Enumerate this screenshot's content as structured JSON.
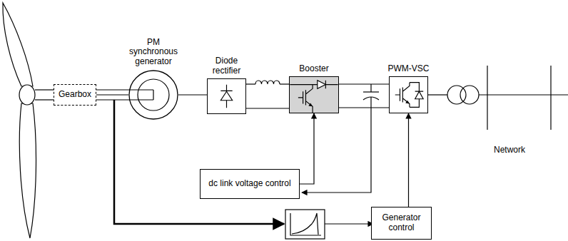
{
  "diagram": {
    "nodes": [
      {
        "text": [
          "Gearbox"
        ]
      },
      {
        "text": [
          "PM synchronous generator"
        ]
      },
      {
        "text": [
          "Diode rectifier"
        ]
      },
      {
        "text": [
          "Booster"
        ]
      },
      {
        "text": [
          "PWM-VSC"
        ]
      },
      {
        "text": [
          "dc link voltage control"
        ]
      },
      {
        "text": [
          "Generator control"
        ]
      }
    ],
    "edges": [
      {
        "from": 0,
        "to": 1,
        "arrow": "none"
      },
      {
        "from": 1,
        "to": 2,
        "arrow": "none"
      },
      {
        "from": 2,
        "to": 3,
        "arrow": "none"
      },
      {
        "from": 3,
        "to": 4,
        "arrow": "none"
      },
      {
        "from": 5,
        "to": 3,
        "arrow": "to"
      },
      {
        "from": 6,
        "to": 4,
        "arrow": "to"
      }
    ],
    "labels": [
      "Network"
    ]
  }
}
